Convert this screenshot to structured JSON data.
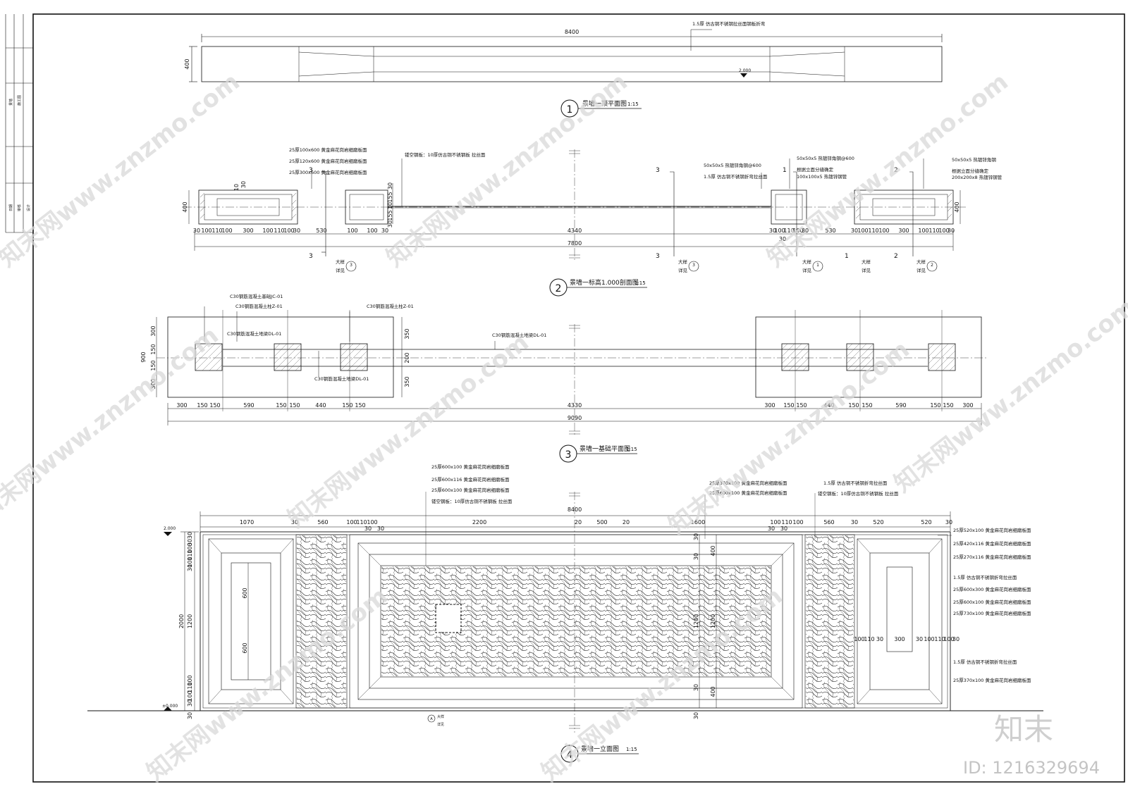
{
  "side_strip": {
    "labels": [
      "景墙",
      "施工图",
      "日期",
      "审核",
      "设计"
    ]
  },
  "plan_top": {
    "length_dim": "8400",
    "height_dim": "400",
    "note": "1.5厚 仿古铜不锈钢拉丝面钢板折弯",
    "level_mark": "2.000",
    "number": "1",
    "title": "景墙一顶平面图",
    "scale": "1:15"
  },
  "section": {
    "notes_left": [
      "25厚100x600 黄金麻花岗岩细磨板面",
      "25厚120x600 黄金麻花岗岩细磨板面",
      "25厚300x600 黄金麻花岗岩细磨板面"
    ],
    "note_middle": "镂空钢板：10厚仿古铜不锈钢板 拉丝面",
    "notes_right_a": [
      "50x50x5 热镀锌角钢@600",
      "1.5厚 仿古铜不锈钢折弯拉丝面"
    ],
    "notes_right_b": [
      "50x50x5 热镀锌角钢@600",
      "根据立面分缝确定",
      "100x100x5 热镀锌钢管"
    ],
    "notes_right_c": [
      "50x50x5 热镀锌角钢",
      "根据立面分缝确定",
      "200x200x8 热镀锌钢管"
    ],
    "vert_dims_small": [
      "10",
      "30"
    ],
    "vert_dims_mid": [
      "30",
      "155",
      "10",
      "155",
      "30"
    ],
    "height_left": "400",
    "height_right": "400",
    "dims_left": [
      "30",
      "100",
      "110",
      "100",
      "300",
      "100",
      "110",
      "100",
      "30"
    ],
    "dim_530_a": "530",
    "dims_mid_left": [
      "100",
      "100",
      "30"
    ],
    "dim_4340": "4340",
    "dims_mid_right": [
      "30",
      "100",
      "110",
      "100",
      "30"
    ],
    "dim_530_b": "530",
    "dims_right": [
      "30",
      "100",
      "110",
      "100",
      "300",
      "100",
      "110",
      "100",
      "30"
    ],
    "dim_extra": "30",
    "dim_total": "7800",
    "cut_labels": [
      "3",
      "3",
      "3",
      "3",
      "1",
      "1",
      "2",
      "2"
    ],
    "detail_word": "大样",
    "see_word": "详见",
    "detail_refs": [
      "3",
      "3",
      "1",
      "2"
    ],
    "number": "2",
    "title": "景墙一标高1.000剖面图",
    "scale": "1:15"
  },
  "foundation": {
    "label_jc": "C30钢筋混凝土基础JC-01",
    "label_z1": "C30钢筋混凝土柱Z-01",
    "label_z2": "C30钢筋混凝土柱Z-01",
    "label_dl_top": "C30钢筋混凝土地梁DL-01",
    "label_dl_mid": "C30钢筋混凝土地梁DL-01",
    "label_dl_bottom": "C30钢筋混凝土地梁DL-01",
    "height_total": "900",
    "left_vdims": [
      "300",
      "150",
      "150",
      "300"
    ],
    "right_vdims": [
      "350",
      "200",
      "350"
    ],
    "dims_left": [
      "300",
      "150",
      "150",
      "590",
      "150",
      "150",
      "440",
      "150",
      "150"
    ],
    "dim_mid": "4330",
    "dims_right": [
      "300",
      "150",
      "150",
      "440",
      "150",
      "150",
      "590",
      "150",
      "150",
      "300"
    ],
    "dim_total": "9090",
    "number": "3",
    "title": "景墙一基础平面图",
    "scale": "1:15"
  },
  "elevation": {
    "notes_top_left": [
      "25厚600x100 黄金麻花岗岩细磨板面",
      "25厚600x116 黄金麻花岗岩细磨板面",
      "25厚600x100 黄金麻花岗岩细磨板面",
      "镂空钢板：10厚仿古铜不锈钢板 拉丝面"
    ],
    "notes_top_mid": [
      "25厚370x100 黄金麻花岗岩细磨板面",
      "25厚600x100 黄金麻花岗岩细磨板面"
    ],
    "notes_top_right": [
      "1.5厚 仿古铜不锈钢折弯拉丝面",
      "镂空钢板：10厚仿古铜不锈钢板 拉丝面"
    ],
    "notes_right": [
      "25厚520x100 黄金麻花岗岩细磨板面",
      "25厚420x116 黄金麻花岗岩细磨板面",
      "25厚270x116 黄金麻花岗岩细磨板面",
      "1.5厚 仿古铜不锈钢折弯拉丝面",
      "25厚600x300 黄金麻花岗岩细磨板面",
      "25厚600x100 黄金麻花岗岩细磨板面",
      "25厚730x100 黄金麻花岗岩细磨板面"
    ],
    "notes_right_low": [
      "1.5厚 仿古铜不锈钢折弯拉丝面",
      "25厚370x100 黄金麻花岗岩细磨板面"
    ],
    "total_length": "8400",
    "top_dims": [
      "1070",
      "30",
      "560",
      "100",
      "110",
      "100",
      "2200",
      "20",
      "500",
      "20",
      "1600",
      "100",
      "110",
      "100",
      "560",
      "30",
      "520",
      "520",
      "30"
    ],
    "top_dims_sub": [
      "30",
      "30",
      "30",
      "30"
    ],
    "level_top": "2.000",
    "level_bottom": "±0.000",
    "height_total": "2000",
    "left_vdims_top": [
      "30",
      "30",
      "100",
      "110",
      "100",
      "30"
    ],
    "left_vdim_1200": "1200",
    "left_vdims_bottom": [
      "100",
      "110",
      "100",
      "30",
      "30"
    ],
    "inner_dims": [
      "600",
      "600"
    ],
    "center_dims": [
      "30",
      "30",
      "400",
      "1200",
      "1200",
      "400",
      "30",
      "30"
    ],
    "right_small_dims": [
      "100",
      "110",
      "30",
      "300",
      "30",
      "100",
      "110",
      "100",
      "30"
    ],
    "detail_ref": "大样",
    "detail_see": "详见",
    "detail_num": "A",
    "number": "4",
    "title": "景墙一立面图",
    "scale": "1:15"
  },
  "watermark": {
    "text": "知末网www.znzmo.com",
    "brand": "知末",
    "id": "ID: 1216329694"
  }
}
